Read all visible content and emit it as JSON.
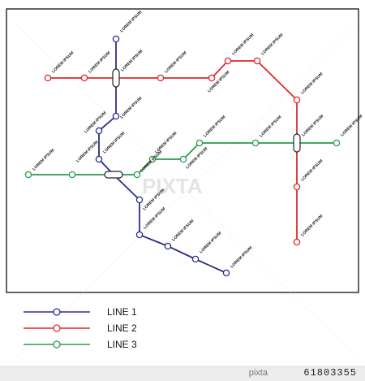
{
  "colors": {
    "line1": "#2b2e86",
    "line2": "#e0262a",
    "line3": "#2a9b48",
    "frame": "#222222",
    "station_fill": "#ffffff"
  },
  "legend": [
    {
      "line": "line1",
      "label": "LINE 1"
    },
    {
      "line": "line2",
      "label": "LINE 2"
    },
    {
      "line": "line3",
      "label": "LINE 3"
    }
  ],
  "station_label": "LOREM IPSUM",
  "watermark": "PIXTA",
  "footer": {
    "brand": "pixta",
    "id": "61803355"
  }
}
